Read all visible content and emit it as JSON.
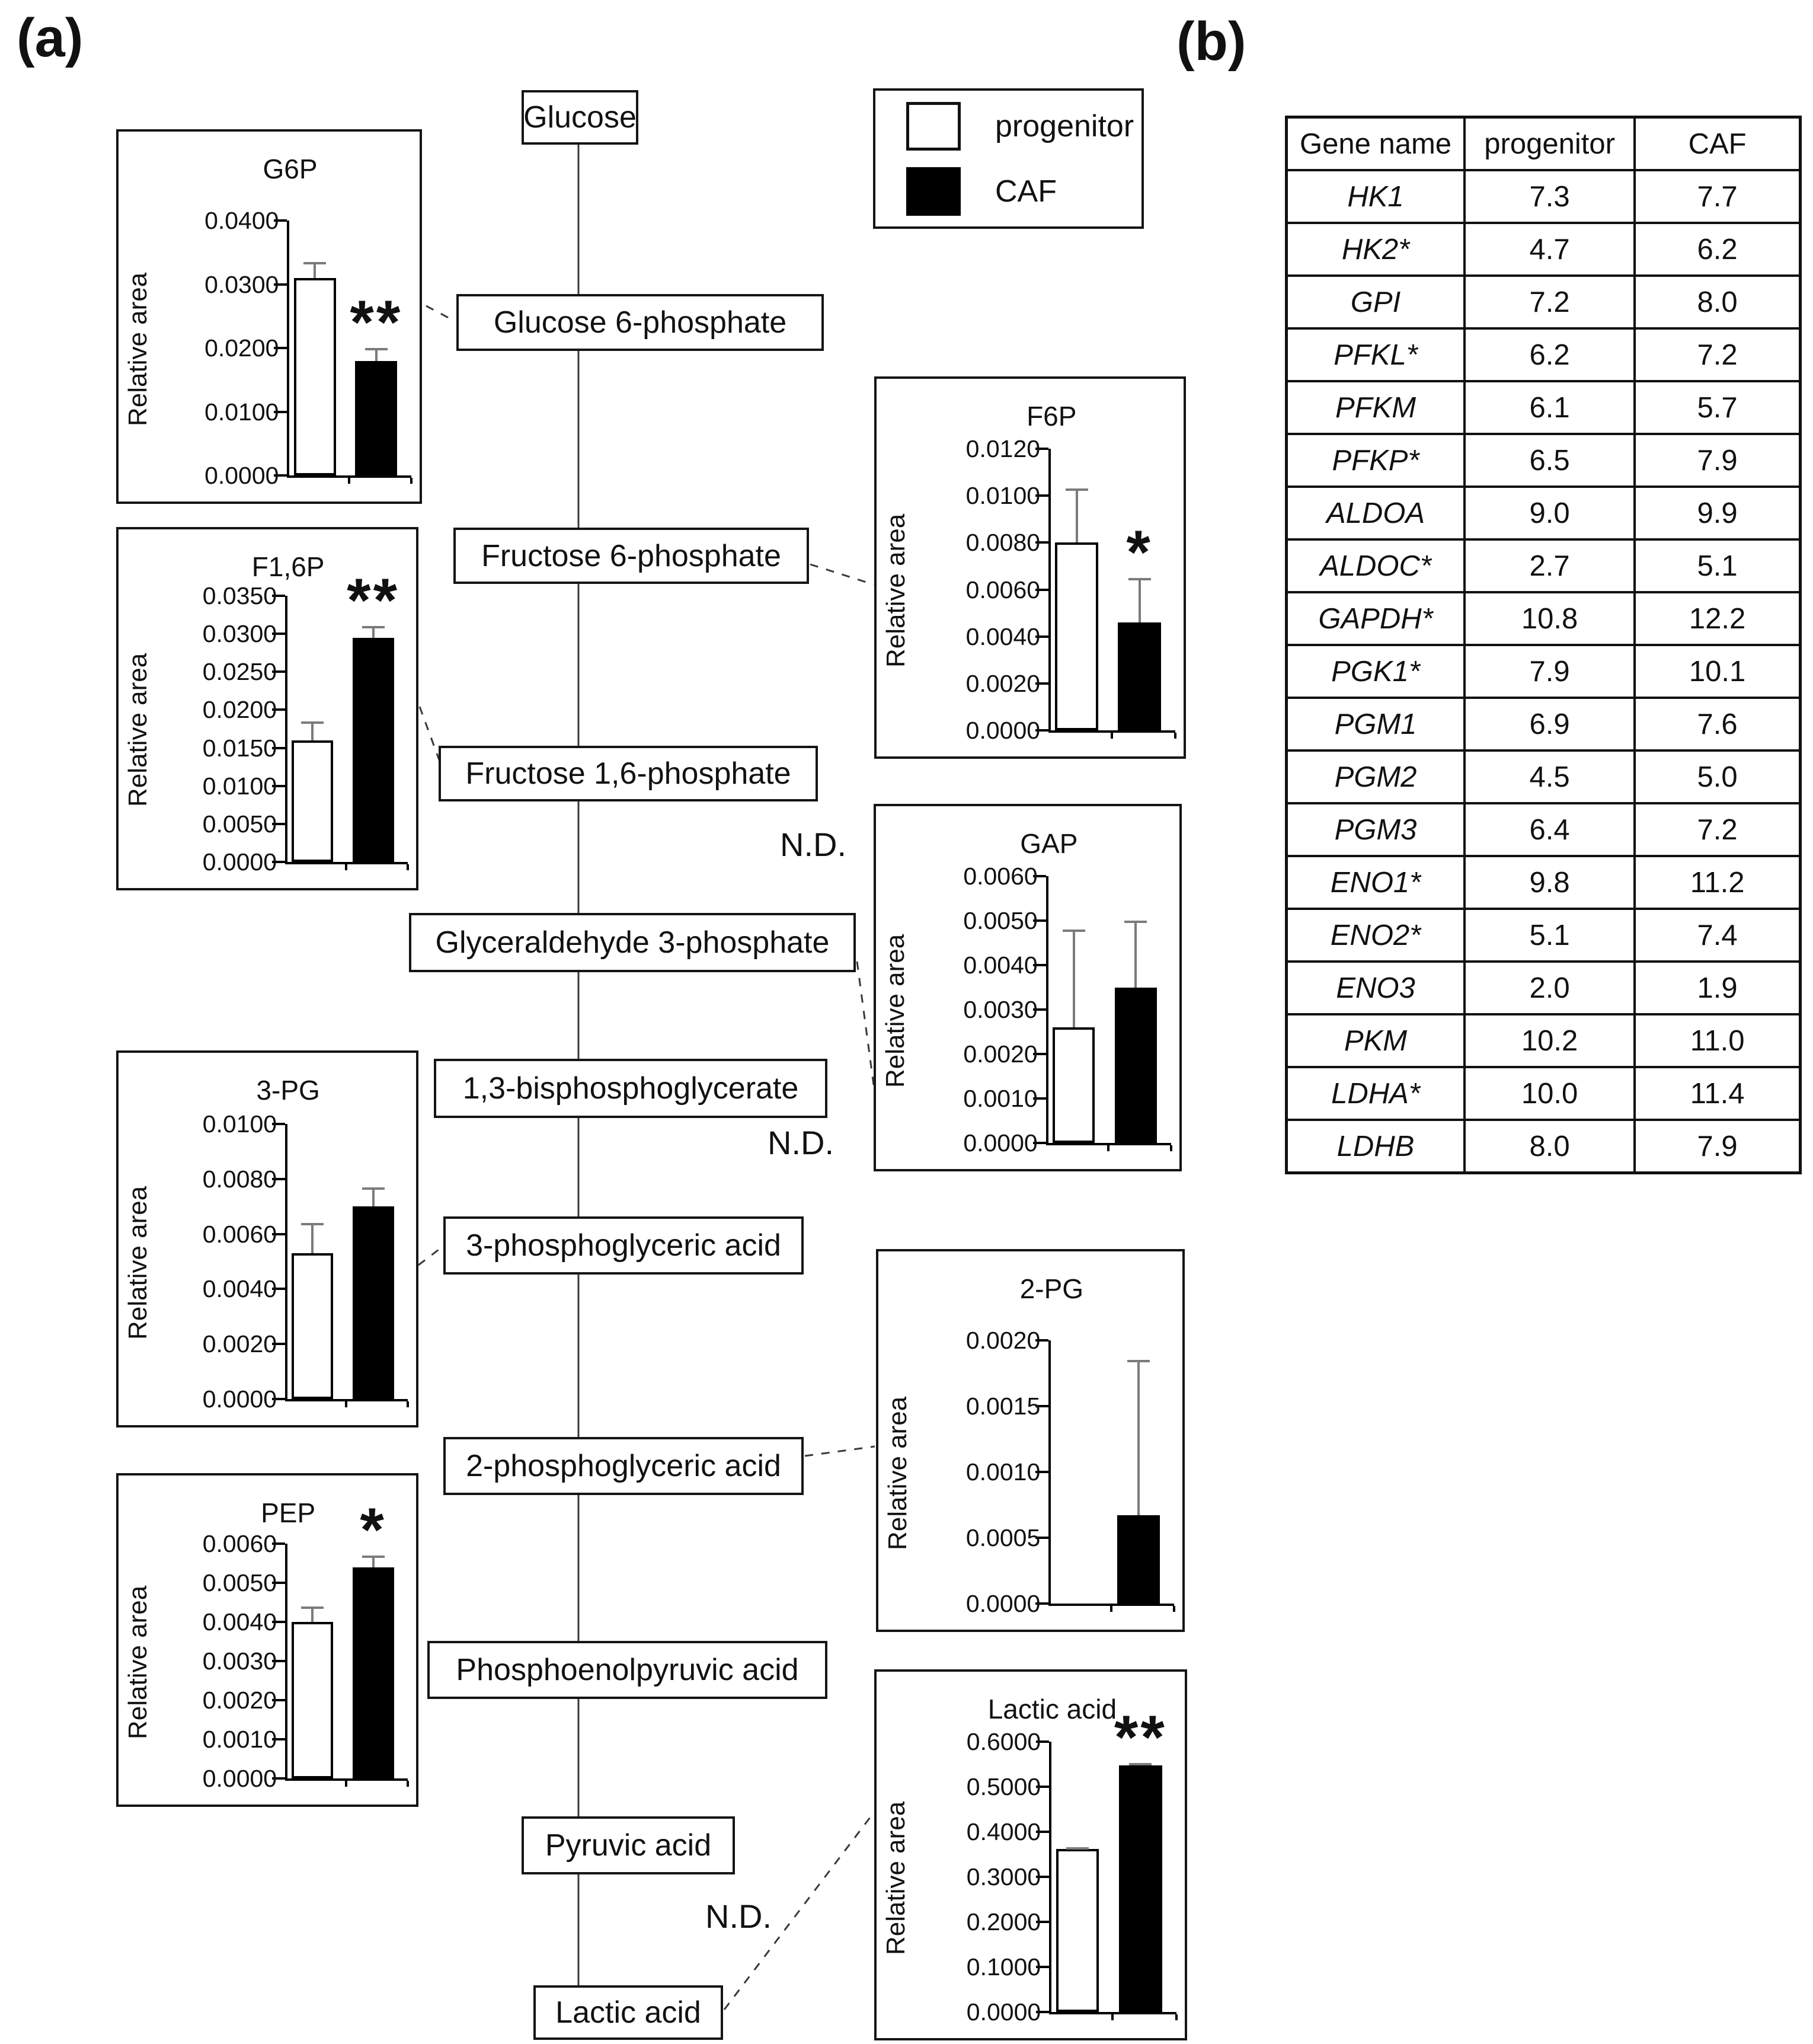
{
  "panel_a_label": "(a)",
  "panel_b_label": "(b)",
  "legend": {
    "items": [
      {
        "swatch": "white",
        "label": "progenitor"
      },
      {
        "swatch": "black",
        "label": "CAF"
      }
    ]
  },
  "pathway": {
    "nodes": [
      "Glucose",
      "Glucose 6-phosphate",
      "Fructose 6-phosphate",
      "Fructose 1,6-phosphate",
      "Glyceraldehyde 3-phosphate",
      "1,3-bisphosphoglycerate",
      "3-phosphoglyceric acid",
      "2-phosphoglyceric acid",
      "Phosphoenolpyruvic acid",
      "Pyruvic acid",
      "Lactic acid"
    ],
    "nd_labels": [
      "N.D.",
      "N.D.",
      "N.D."
    ]
  },
  "chart_data": [
    {
      "type": "bar",
      "title": "G6P",
      "ylabel": "Relative area",
      "categories": [
        "progenitor",
        "CAF"
      ],
      "values": [
        0.031,
        0.018
      ],
      "errors": [
        0.0025,
        0.002
      ],
      "ylim": [
        0,
        0.04
      ],
      "ticks": [
        "0.0000",
        "0.0100",
        "0.0200",
        "0.0300",
        "0.0400"
      ],
      "significance": "**",
      "bar_colors": [
        "#ffffff",
        "#000000"
      ]
    },
    {
      "type": "bar",
      "title": "F1,6P",
      "ylabel": "Relative area",
      "categories": [
        "progenitor",
        "CAF"
      ],
      "values": [
        0.016,
        0.0295
      ],
      "errors": [
        0.0025,
        0.0015
      ],
      "ylim": [
        0,
        0.035
      ],
      "ticks": [
        "0.0000",
        "0.0050",
        "0.0100",
        "0.0150",
        "0.0200",
        "0.0250",
        "0.0300",
        "0.0350"
      ],
      "significance": "**",
      "bar_colors": [
        "#ffffff",
        "#000000"
      ]
    },
    {
      "type": "bar",
      "title": "F6P",
      "ylabel": "Relative area",
      "categories": [
        "progenitor",
        "CAF"
      ],
      "values": [
        0.008,
        0.0046
      ],
      "errors": [
        0.0023,
        0.0019
      ],
      "ylim": [
        0,
        0.012
      ],
      "ticks": [
        "0.0000",
        "0.0020",
        "0.0040",
        "0.0060",
        "0.0080",
        "0.0100",
        "0.0120"
      ],
      "significance": "*",
      "bar_colors": [
        "#ffffff",
        "#000000"
      ]
    },
    {
      "type": "bar",
      "title": "GAP",
      "ylabel": "Relative area",
      "categories": [
        "progenitor",
        "CAF"
      ],
      "values": [
        0.0026,
        0.0035
      ],
      "errors": [
        0.0022,
        0.0015
      ],
      "ylim": [
        0,
        0.006
      ],
      "ticks": [
        "0.0000",
        "0.0010",
        "0.0020",
        "0.0030",
        "0.0040",
        "0.0050",
        "0.0060"
      ],
      "significance": null,
      "bar_colors": [
        "#ffffff",
        "#000000"
      ]
    },
    {
      "type": "bar",
      "title": "3-PG",
      "ylabel": "Relative area",
      "categories": [
        "progenitor",
        "CAF"
      ],
      "values": [
        0.0053,
        0.007
      ],
      "errors": [
        0.0011,
        0.0007
      ],
      "ylim": [
        0,
        0.01
      ],
      "ticks": [
        "0.0000",
        "0.0020",
        "0.0040",
        "0.0060",
        "0.0080",
        "0.0100"
      ],
      "significance": null,
      "bar_colors": [
        "#ffffff",
        "#000000"
      ]
    },
    {
      "type": "bar",
      "title": "2-PG",
      "ylabel": "Relative area",
      "categories": [
        "progenitor",
        "CAF"
      ],
      "values": [
        0,
        0.00067
      ],
      "errors": [
        0,
        0.00118
      ],
      "ylim": [
        0,
        0.002
      ],
      "ticks": [
        "0.0000",
        "0.0005",
        "0.0010",
        "0.0015",
        "0.0020"
      ],
      "significance": null,
      "bar_colors": [
        "#ffffff",
        "#000000"
      ]
    },
    {
      "type": "bar",
      "title": "PEP",
      "ylabel": "Relative area",
      "categories": [
        "progenitor",
        "CAF"
      ],
      "values": [
        0.004,
        0.0054
      ],
      "errors": [
        0.0004,
        0.0003
      ],
      "ylim": [
        0,
        0.006
      ],
      "ticks": [
        "0.0000",
        "0.0010",
        "0.0020",
        "0.0030",
        "0.0040",
        "0.0050",
        "0.0060"
      ],
      "significance": "*",
      "bar_colors": [
        "#ffffff",
        "#000000"
      ]
    },
    {
      "type": "bar",
      "title": "Lactic acid",
      "ylabel": "Relative area",
      "categories": [
        "progenitor",
        "CAF"
      ],
      "values": [
        0.362,
        0.548
      ],
      "errors": [
        0.004,
        0.004
      ],
      "ylim": [
        0,
        0.6
      ],
      "ticks": [
        "0.0000",
        "0.1000",
        "0.2000",
        "0.3000",
        "0.4000",
        "0.5000",
        "0.6000"
      ],
      "significance": "**",
      "bar_colors": [
        "#ffffff",
        "#000000"
      ]
    }
  ],
  "table": {
    "headers": [
      "Gene name",
      "progenitor",
      "CAF"
    ],
    "rows": [
      [
        "HK1",
        "7.3",
        "7.7"
      ],
      [
        "HK2*",
        "4.7",
        "6.2"
      ],
      [
        "GPI",
        "7.2",
        "8.0"
      ],
      [
        "PFKL*",
        "6.2",
        "7.2"
      ],
      [
        "PFKM",
        "6.1",
        "5.7"
      ],
      [
        "PFKP*",
        "6.5",
        "7.9"
      ],
      [
        "ALDOA",
        "9.0",
        "9.9"
      ],
      [
        "ALDOC*",
        "2.7",
        "5.1"
      ],
      [
        "GAPDH*",
        "10.8",
        "12.2"
      ],
      [
        "PGK1*",
        "7.9",
        "10.1"
      ],
      [
        "PGM1",
        "6.9",
        "7.6"
      ],
      [
        "PGM2",
        "4.5",
        "5.0"
      ],
      [
        "PGM3",
        "6.4",
        "7.2"
      ],
      [
        "ENO1*",
        "9.8",
        "11.2"
      ],
      [
        "ENO2*",
        "5.1",
        "7.4"
      ],
      [
        "ENO3",
        "2.0",
        "1.9"
      ],
      [
        "PKM",
        "10.2",
        "11.0"
      ],
      [
        "LDHA*",
        "10.0",
        "11.4"
      ],
      [
        "LDHB",
        "8.0",
        "7.9"
      ]
    ]
  }
}
